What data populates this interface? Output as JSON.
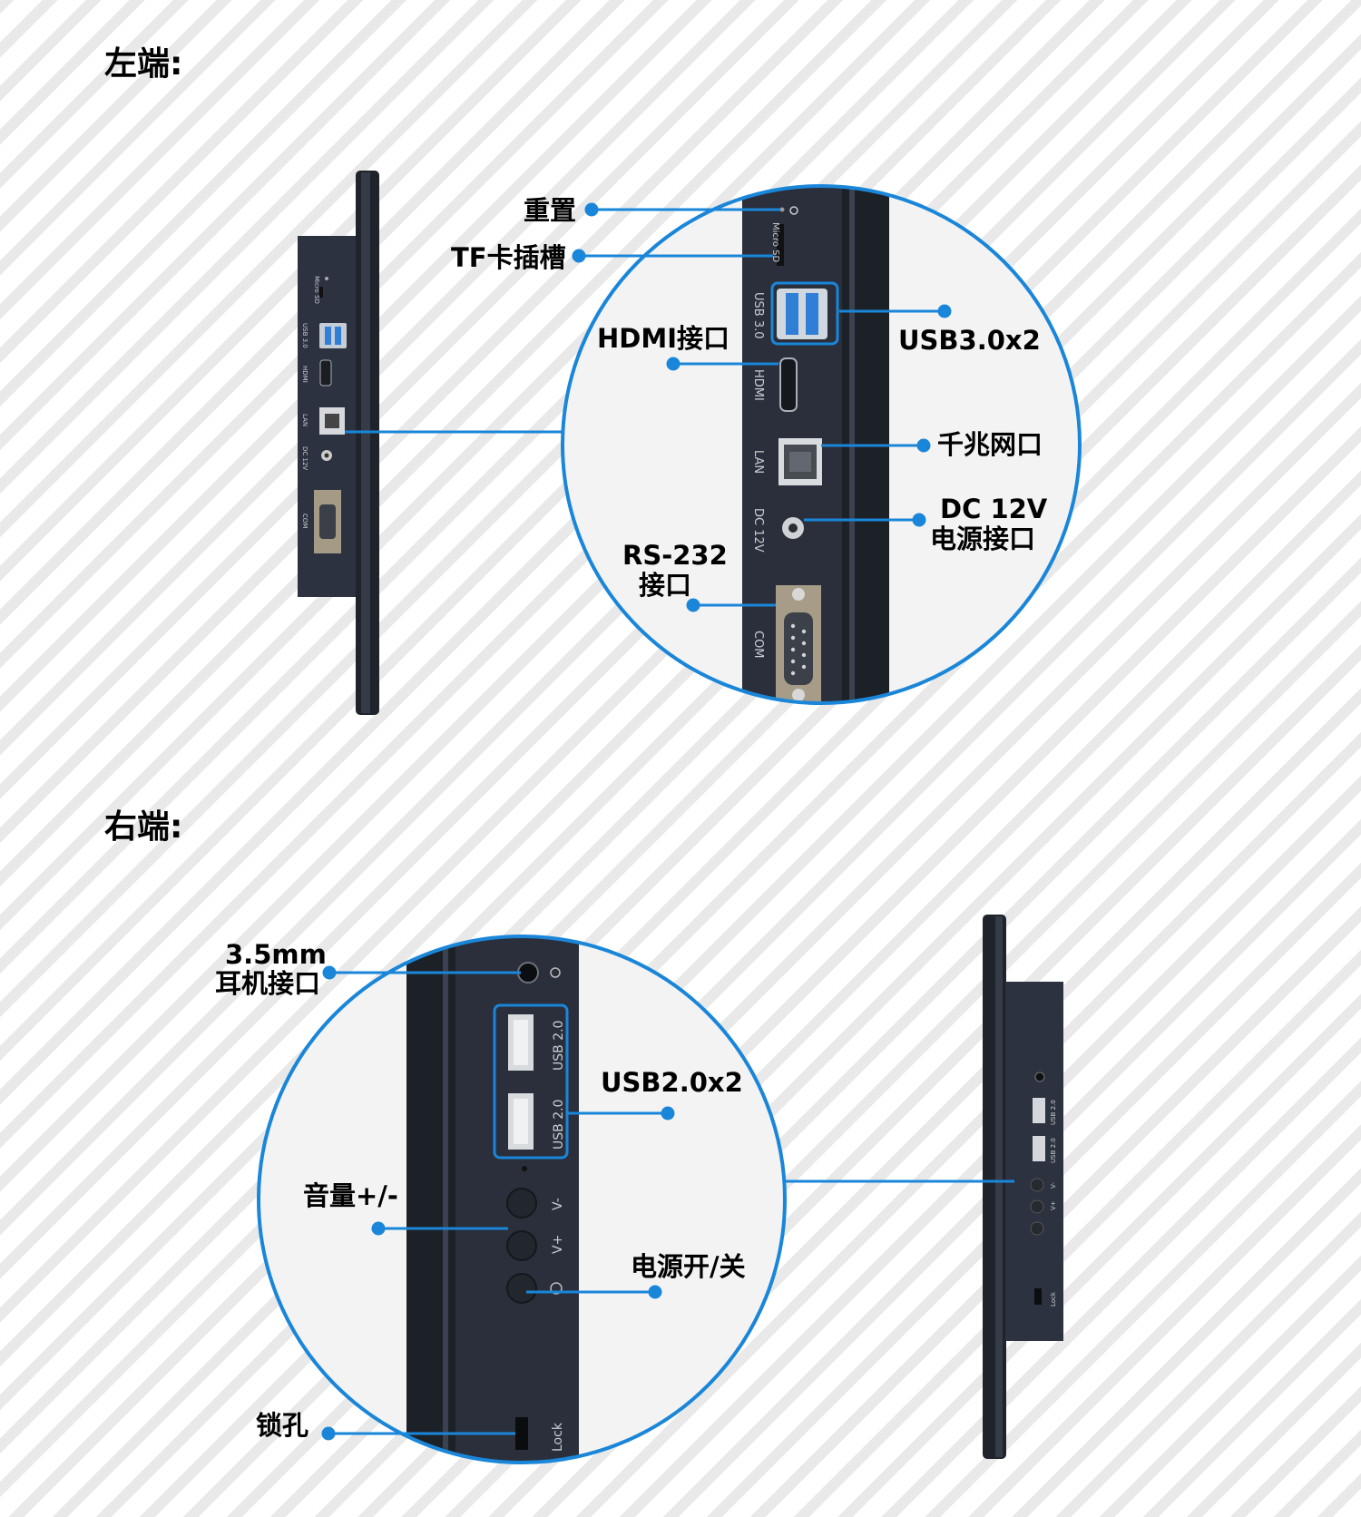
{
  "sections": {
    "left_title": "左端:",
    "right_title": "右端:"
  },
  "left_callouts": {
    "reset": "重置",
    "tf_slot": "TF卡插槽",
    "hdmi": "HDMI接口",
    "usb30": "USB3.0x2",
    "lan": "千兆网口",
    "dc_line1": "DC 12V",
    "dc_line2": "电源接口",
    "rs232_line1": "RS-232",
    "rs232_line2": "接口"
  },
  "right_callouts": {
    "audio_line1": "3.5mm",
    "audio_line2": "耳机接口",
    "usb20": "USB2.0x2",
    "volume": "音量+/-",
    "power": "电源开/关",
    "lock_hole": "锁孔"
  },
  "panel_text": {
    "micro_sd": "Micro SD",
    "usb3": "USB 3.0",
    "hdmi": "HDMI",
    "lan": "LAN",
    "dc": "DC 12V",
    "com": "COM",
    "usb2": "USB 2.0",
    "vminus": "V-",
    "vplus": "V+",
    "lock": "Lock"
  },
  "colors": {
    "accent": "#1a86d9",
    "panel": "#2c313c",
    "panel_dark": "#1e2229"
  }
}
